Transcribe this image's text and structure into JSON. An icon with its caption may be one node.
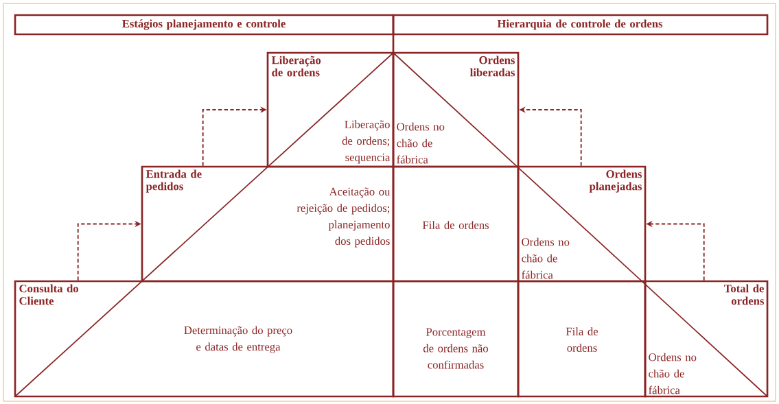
{
  "diagram": {
    "nodes": [
      {
        "text": [
          "Estágios planejamento e controle"
        ]
      },
      {
        "text": [
          "Hierarquia de controle de ordens"
        ]
      },
      {
        "text": [
          "Liberação de ordens",
          "Liberação de ordens; sequencia"
        ]
      },
      {
        "text": [
          "Ordens liberadas",
          "Ordens no chão de fábrica"
        ]
      },
      {
        "text": [
          "Entrada de pedidos",
          "Aceitação ou rejeição de pedidos; planejamento dos pedidos"
        ]
      },
      {
        "text": [
          "Fila de ordens"
        ]
      },
      {
        "text": [
          "Ordens planejadas",
          "Ordens no chão de fábrica"
        ]
      },
      {
        "text": [
          "Consulta do Cliente",
          "Determinação do preço e datas de entrega"
        ]
      },
      {
        "text": [
          "Porcentagem de ordens não confirmadas"
        ]
      },
      {
        "text": [
          "Fila de ordens"
        ]
      },
      {
        "text": [
          "Total de ordens",
          "Ordens no chão de fábrica"
        ]
      }
    ],
    "edges": [
      {
        "from": 7,
        "to": 4,
        "arrow": "to",
        "style": "dashed"
      },
      {
        "from": 4,
        "to": 2,
        "arrow": "to",
        "style": "dashed"
      },
      {
        "from": 10,
        "to": 6,
        "arrow": "to",
        "style": "dashed"
      },
      {
        "from": 6,
        "to": 3,
        "arrow": "to",
        "style": "dashed"
      }
    ]
  }
}
